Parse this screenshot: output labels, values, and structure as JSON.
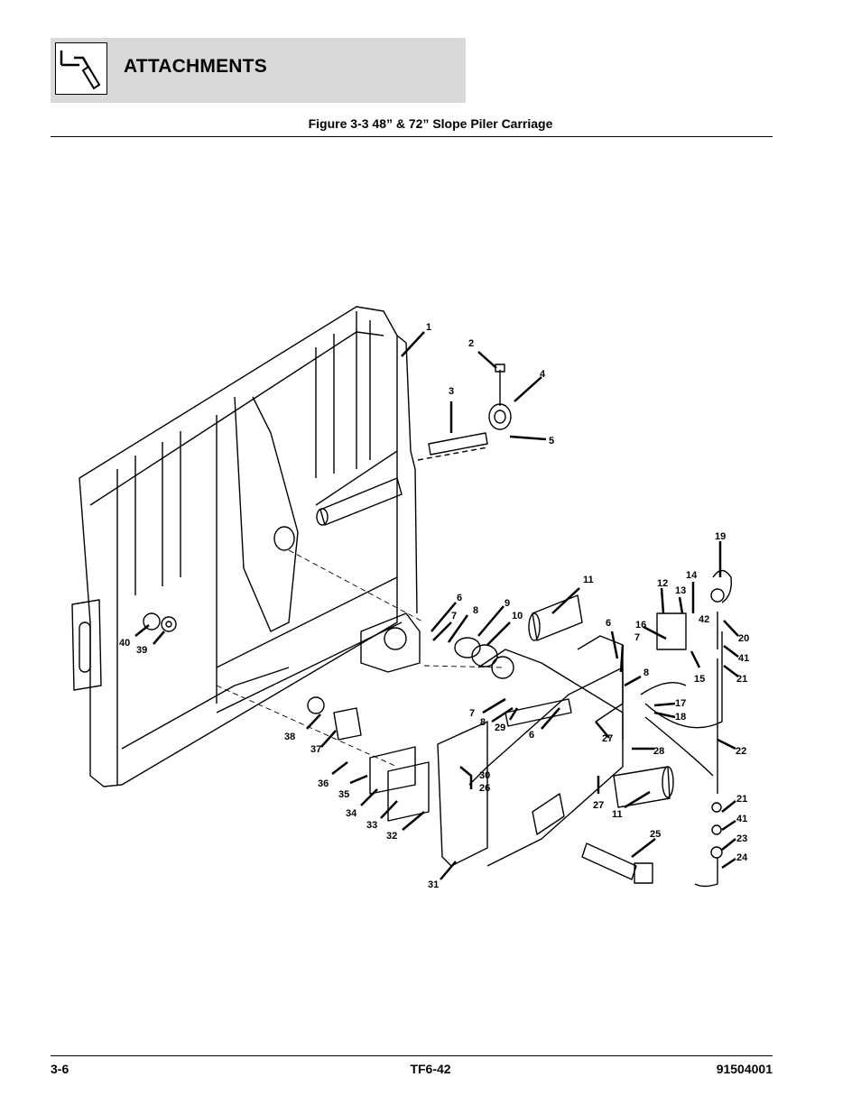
{
  "header": {
    "title": "ATTACHMENTS",
    "icon": "attachment-tool-icon"
  },
  "figure": {
    "caption": "Figure 3-3 48” & 72” Slope Piler Carriage",
    "callouts": [
      "1",
      "2",
      "3",
      "4",
      "5",
      "6",
      "7",
      "8",
      "9",
      "10",
      "11",
      "12",
      "13",
      "14",
      "42",
      "16",
      "15",
      "19",
      "20",
      "41",
      "21",
      "17",
      "18",
      "22",
      "6",
      "7",
      "8",
      "27",
      "28",
      "6",
      "7",
      "8",
      "29",
      "30",
      "26",
      "27",
      "11",
      "25",
      "31",
      "32",
      "33",
      "34",
      "35",
      "36",
      "37",
      "38",
      "39",
      "40",
      "21",
      "41",
      "23",
      "24"
    ]
  },
  "footer": {
    "page": "3-6",
    "model": "TF6-42",
    "doc_number": "91504001"
  }
}
